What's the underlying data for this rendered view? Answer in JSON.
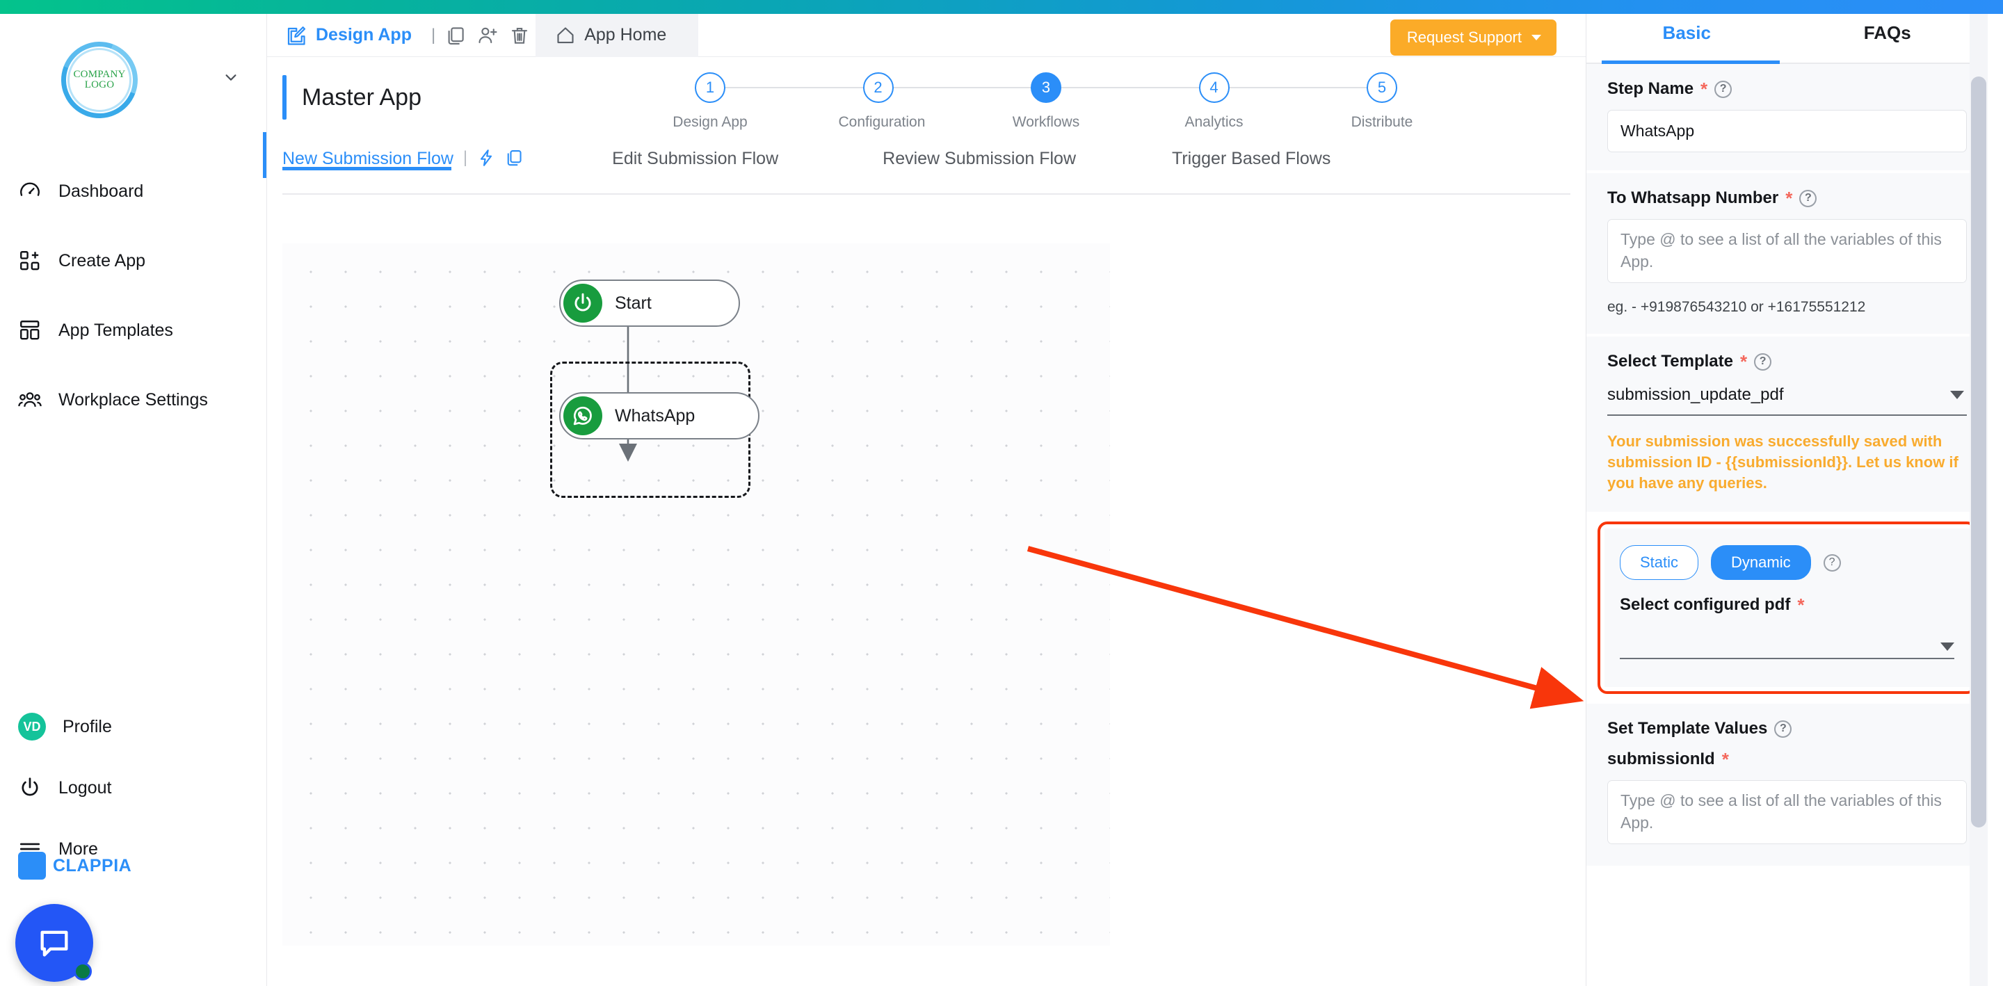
{
  "brand": {
    "logo_line1": "COMPANY",
    "logo_line2": "LOGO",
    "name": "CLAPPIA"
  },
  "sidebar": {
    "items": [
      {
        "label": "Dashboard",
        "icon": "gauge-icon"
      },
      {
        "label": "Create App",
        "icon": "grid-plus-icon"
      },
      {
        "label": "App Templates",
        "icon": "layout-icon"
      },
      {
        "label": "Workplace Settings",
        "icon": "people-icon"
      }
    ],
    "bottom": [
      {
        "label": "Profile",
        "icon": "avatar",
        "initials": "VD"
      },
      {
        "label": "Logout",
        "icon": "power-icon"
      },
      {
        "label": "More",
        "icon": "hamburger-icon"
      }
    ]
  },
  "toolbar": {
    "design_app": "Design App",
    "separator": "|",
    "app_home": "App Home",
    "support_label": "Request Support",
    "icons": [
      "edit-icon",
      "copy-icon",
      "add-user-icon",
      "trash-icon",
      "home-icon"
    ]
  },
  "header": {
    "app_title": "Master App"
  },
  "stepper": {
    "active_index": 3,
    "steps": [
      {
        "number": "1",
        "label": "Design App"
      },
      {
        "number": "2",
        "label": "Configuration"
      },
      {
        "number": "3",
        "label": "Workflows"
      },
      {
        "number": "4",
        "label": "Analytics"
      },
      {
        "number": "5",
        "label": "Distribute"
      }
    ]
  },
  "flow_tabs": {
    "active": "New Submission Flow",
    "items": [
      "New Submission Flow",
      "Edit Submission Flow",
      "Review Submission Flow",
      "Trigger Based Flows"
    ],
    "separator": "|",
    "icons": [
      "lightning-icon",
      "duplicate-icon"
    ]
  },
  "canvas": {
    "nodes": [
      {
        "label": "Start",
        "icon": "power-icon",
        "selected": false
      },
      {
        "label": "WhatsApp",
        "icon": "whatsapp-icon",
        "selected": true
      }
    ]
  },
  "right_panel": {
    "tabs": [
      {
        "label": "Basic",
        "active": true
      },
      {
        "label": "FAQs",
        "active": false
      }
    ],
    "step_name": {
      "label": "Step Name",
      "required": "*",
      "value": "WhatsApp"
    },
    "whatsapp_number": {
      "label": "To Whatsapp Number",
      "required": "*",
      "placeholder": "Type @ to see a list of all the variables of this App.",
      "value": "",
      "hint": "eg. - +919876543210 or +16175551212"
    },
    "select_template": {
      "label": "Select Template",
      "required": "*",
      "value": "submission_update_pdf",
      "note": "Your submission was successfully saved with submission ID - {{submissionId}}. Let us know if you have any queries."
    },
    "pdf_source": {
      "static_label": "Static",
      "dynamic_label": "Dynamic",
      "active": "Dynamic",
      "select_label": "Select configured pdf",
      "required": "*",
      "value": ""
    },
    "template_values": {
      "label": "Set Template Values",
      "fields": [
        {
          "label": "submissionId",
          "required": "*",
          "placeholder": "Type @ to see a list of all the variables of this App.",
          "value": ""
        }
      ]
    }
  },
  "colors": {
    "accent_blue": "#2b8ef8",
    "green": "#189c3e",
    "orange": "#f9ab2e",
    "highlight_red": "#f8360b",
    "support_amber": "#fbab28"
  }
}
